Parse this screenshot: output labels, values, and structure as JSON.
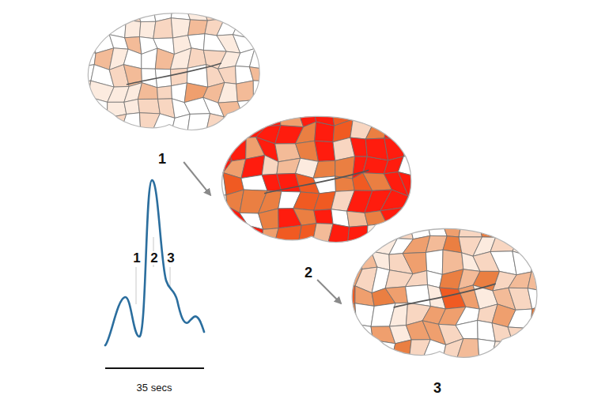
{
  "diagram": {
    "nodes": [
      {
        "text": [
          "1"
        ]
      },
      {
        "text": [
          "2"
        ]
      },
      {
        "text": [
          "3"
        ]
      }
    ],
    "edges": [
      {
        "from": 0,
        "to": 1,
        "arrow": "to"
      },
      {
        "from": 1,
        "to": 2,
        "arrow": "to"
      }
    ],
    "labels": [
      "1",
      "2",
      "3",
      "35 secs"
    ]
  }
}
